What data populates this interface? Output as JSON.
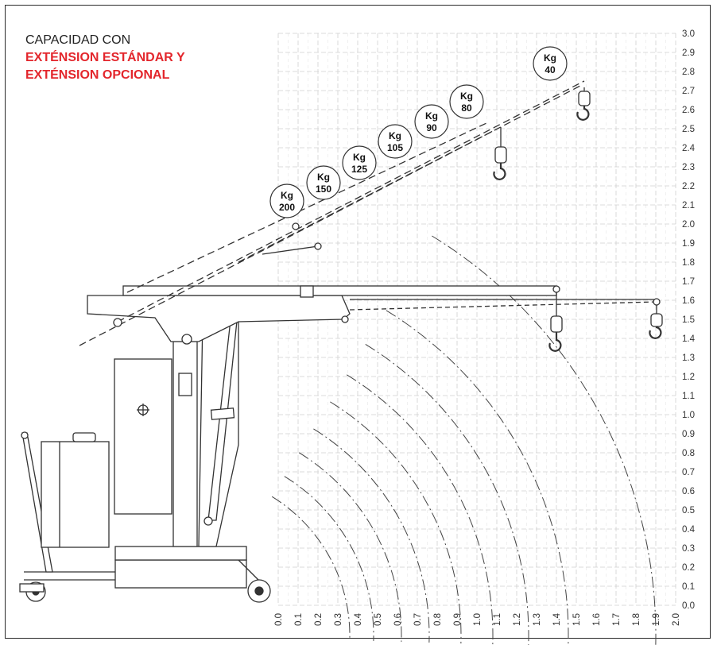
{
  "title": {
    "line1": "CAPACIDAD CON",
    "line2": "EXTÉNSION ESTÁNDAR Y",
    "line3": "EXTÉNSION OPCIONAL"
  },
  "colors": {
    "accent": "#e3262c",
    "grid": "#cfcfcf",
    "ink": "#333333"
  },
  "axes": {
    "x_ticks": [
      "0.0",
      "0.1",
      "0.2",
      "0.3",
      "0.4",
      "0.5",
      "0.6",
      "0.7",
      "0.8",
      "0.9",
      "1.0",
      "1.1",
      "1.2",
      "1.3",
      "1.4",
      "1.5",
      "1.6",
      "1.7",
      "1.8",
      "1.9",
      "2.0"
    ],
    "y_ticks": [
      "0.0",
      "0.1",
      "0.2",
      "0.3",
      "0.4",
      "0.5",
      "0.6",
      "0.7",
      "0.8",
      "0.9",
      "1.0",
      "1.1",
      "1.2",
      "1.3",
      "1.4",
      "1.5",
      "1.6",
      "1.7",
      "1.8",
      "1.9",
      "2.0",
      "2.1",
      "2.2",
      "2.3",
      "2.4",
      "2.5",
      "2.6",
      "2.7",
      "2.8",
      "2.9",
      "3.0"
    ]
  },
  "load_badges": [
    {
      "unit": "Kg",
      "value": "200"
    },
    {
      "unit": "Kg",
      "value": "150"
    },
    {
      "unit": "Kg",
      "value": "125"
    },
    {
      "unit": "Kg",
      "value": "105"
    },
    {
      "unit": "Kg",
      "value": "90"
    },
    {
      "unit": "Kg",
      "value": "80"
    },
    {
      "unit": "Kg",
      "value": "40"
    }
  ]
}
